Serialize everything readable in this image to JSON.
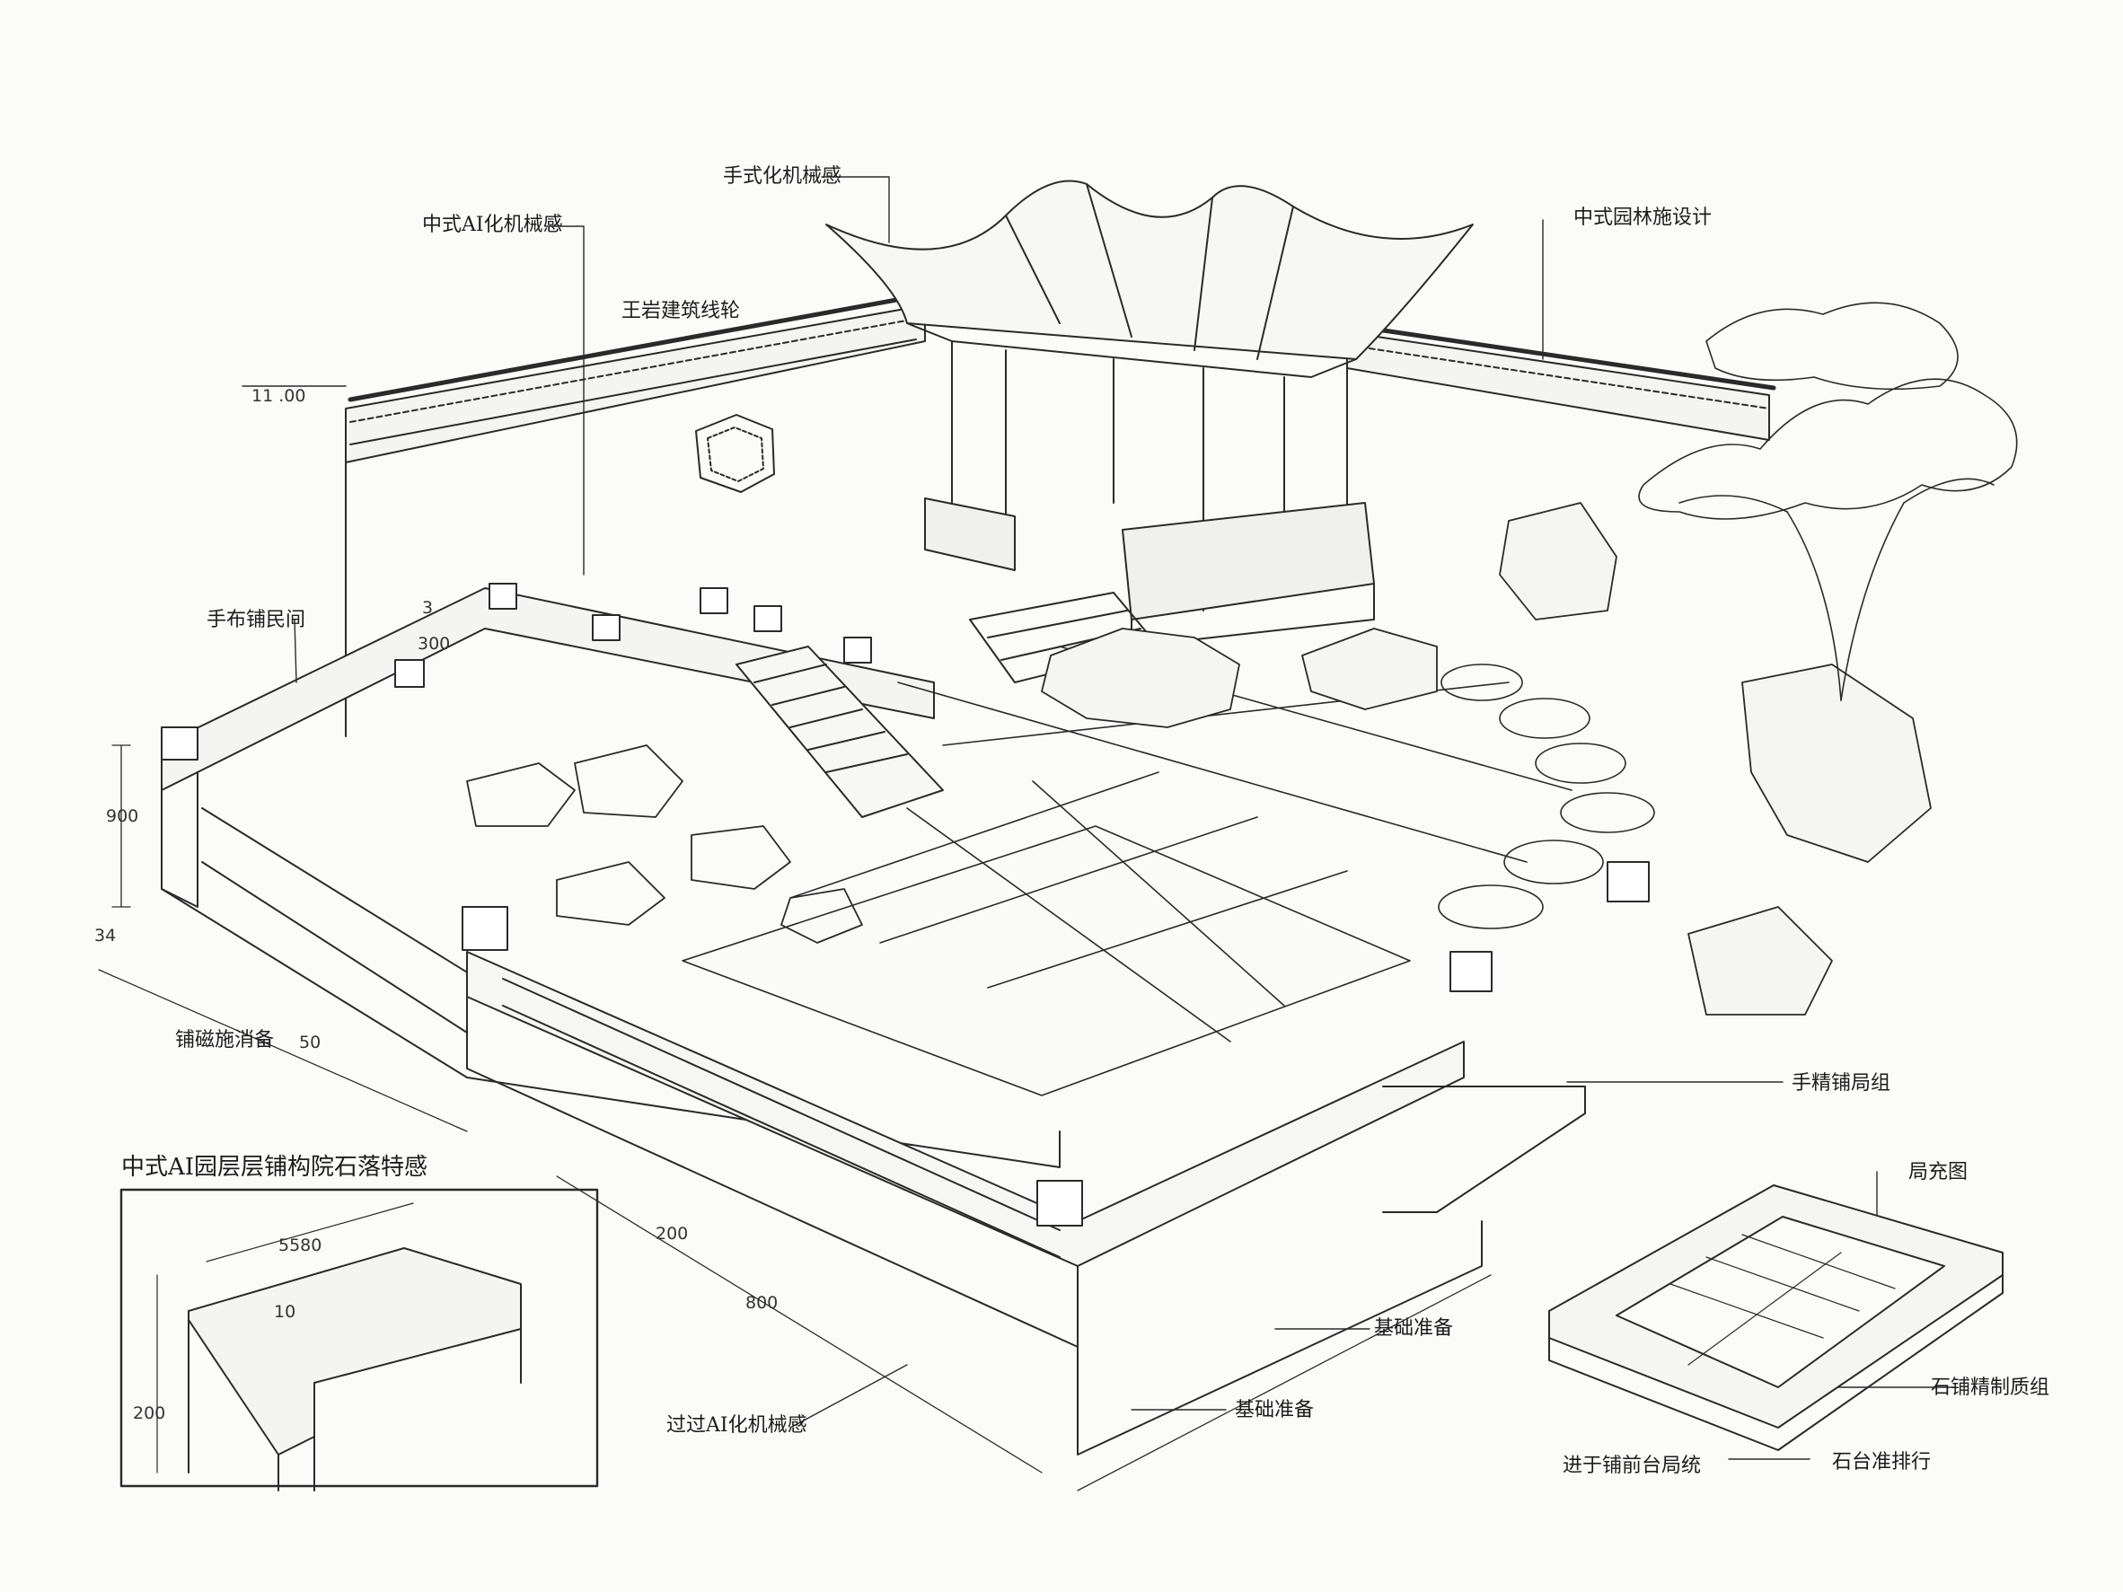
{
  "labels": {
    "top_center": "手式化机械感",
    "top_left": "中式AI化机械感",
    "roof_wall": "王岩建筑线轮",
    "top_right": "中式园林施设计",
    "left_mid": "手布铺民间",
    "left_low": "铺磁施消备",
    "right_mid": "手精铺局组",
    "inset_title": "中式AI园层层铺构院石落特感",
    "bottom_mid": "过过AI化机械感",
    "base_prep_1": "基础准备",
    "base_prep_2": "基础准备",
    "detail_top": "局充图",
    "detail_right": "石铺精制质组",
    "detail_bottom_left": "进于铺前台局统",
    "detail_bottom_right": "石台准排行"
  },
  "dimensions": {
    "d_top_left": "11 .00",
    "d_left_3": "3",
    "d_left_300": "300",
    "d_left_900": "900",
    "d_left_34": "34",
    "d_left_50": "50",
    "d_mid_200": "200",
    "d_mid_800": "800",
    "d_inset_5580": "5580",
    "d_inset_10": "10",
    "d_inset_200": "200"
  },
  "colors": {
    "ink": "#2a2a2a",
    "paper": "#fbfbfa"
  }
}
